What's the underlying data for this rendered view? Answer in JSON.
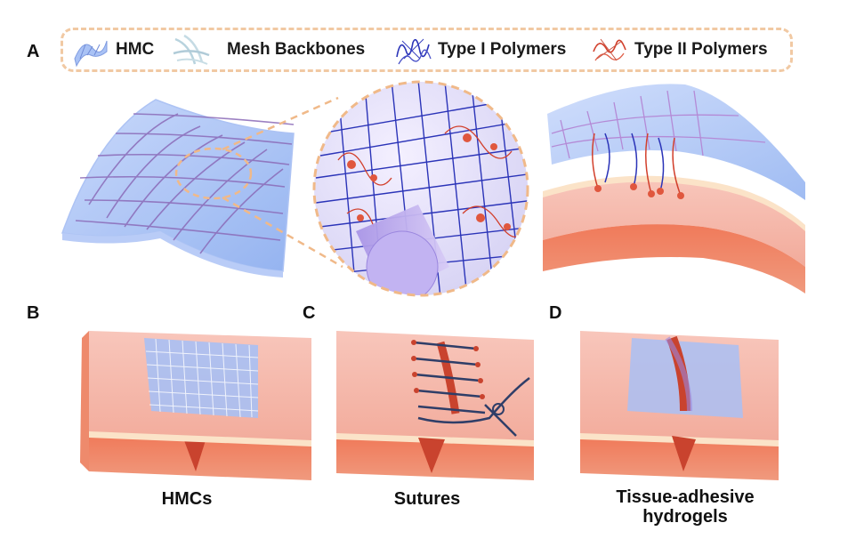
{
  "panels": {
    "a": "A",
    "b": "B",
    "c": "C",
    "d": "D"
  },
  "legend": {
    "items": [
      {
        "label": "HMC",
        "icon": "hmc-sheet-icon"
      },
      {
        "label": "Mesh Backbones",
        "icon": "mesh-backbone-icon"
      },
      {
        "label": "Type I Polymers",
        "icon": "type-i-polymer-icon"
      },
      {
        "label": "Type II Polymers",
        "icon": "type-ii-polymer-icon"
      }
    ]
  },
  "captions": {
    "b": "HMCs",
    "c": "Sutures",
    "d_line1": "Tissue-adhesive",
    "d_line2": "hydrogels"
  },
  "colors": {
    "hmc_blue": "#9db8f2",
    "mesh_purple": "#8a6bbd",
    "type1_blue": "#2b34b8",
    "type2_red": "#d2402c",
    "tissue_pink": "#f4b3a6",
    "tissue_orange": "#ef7a5c",
    "legend_border": "#f1c9a3"
  }
}
